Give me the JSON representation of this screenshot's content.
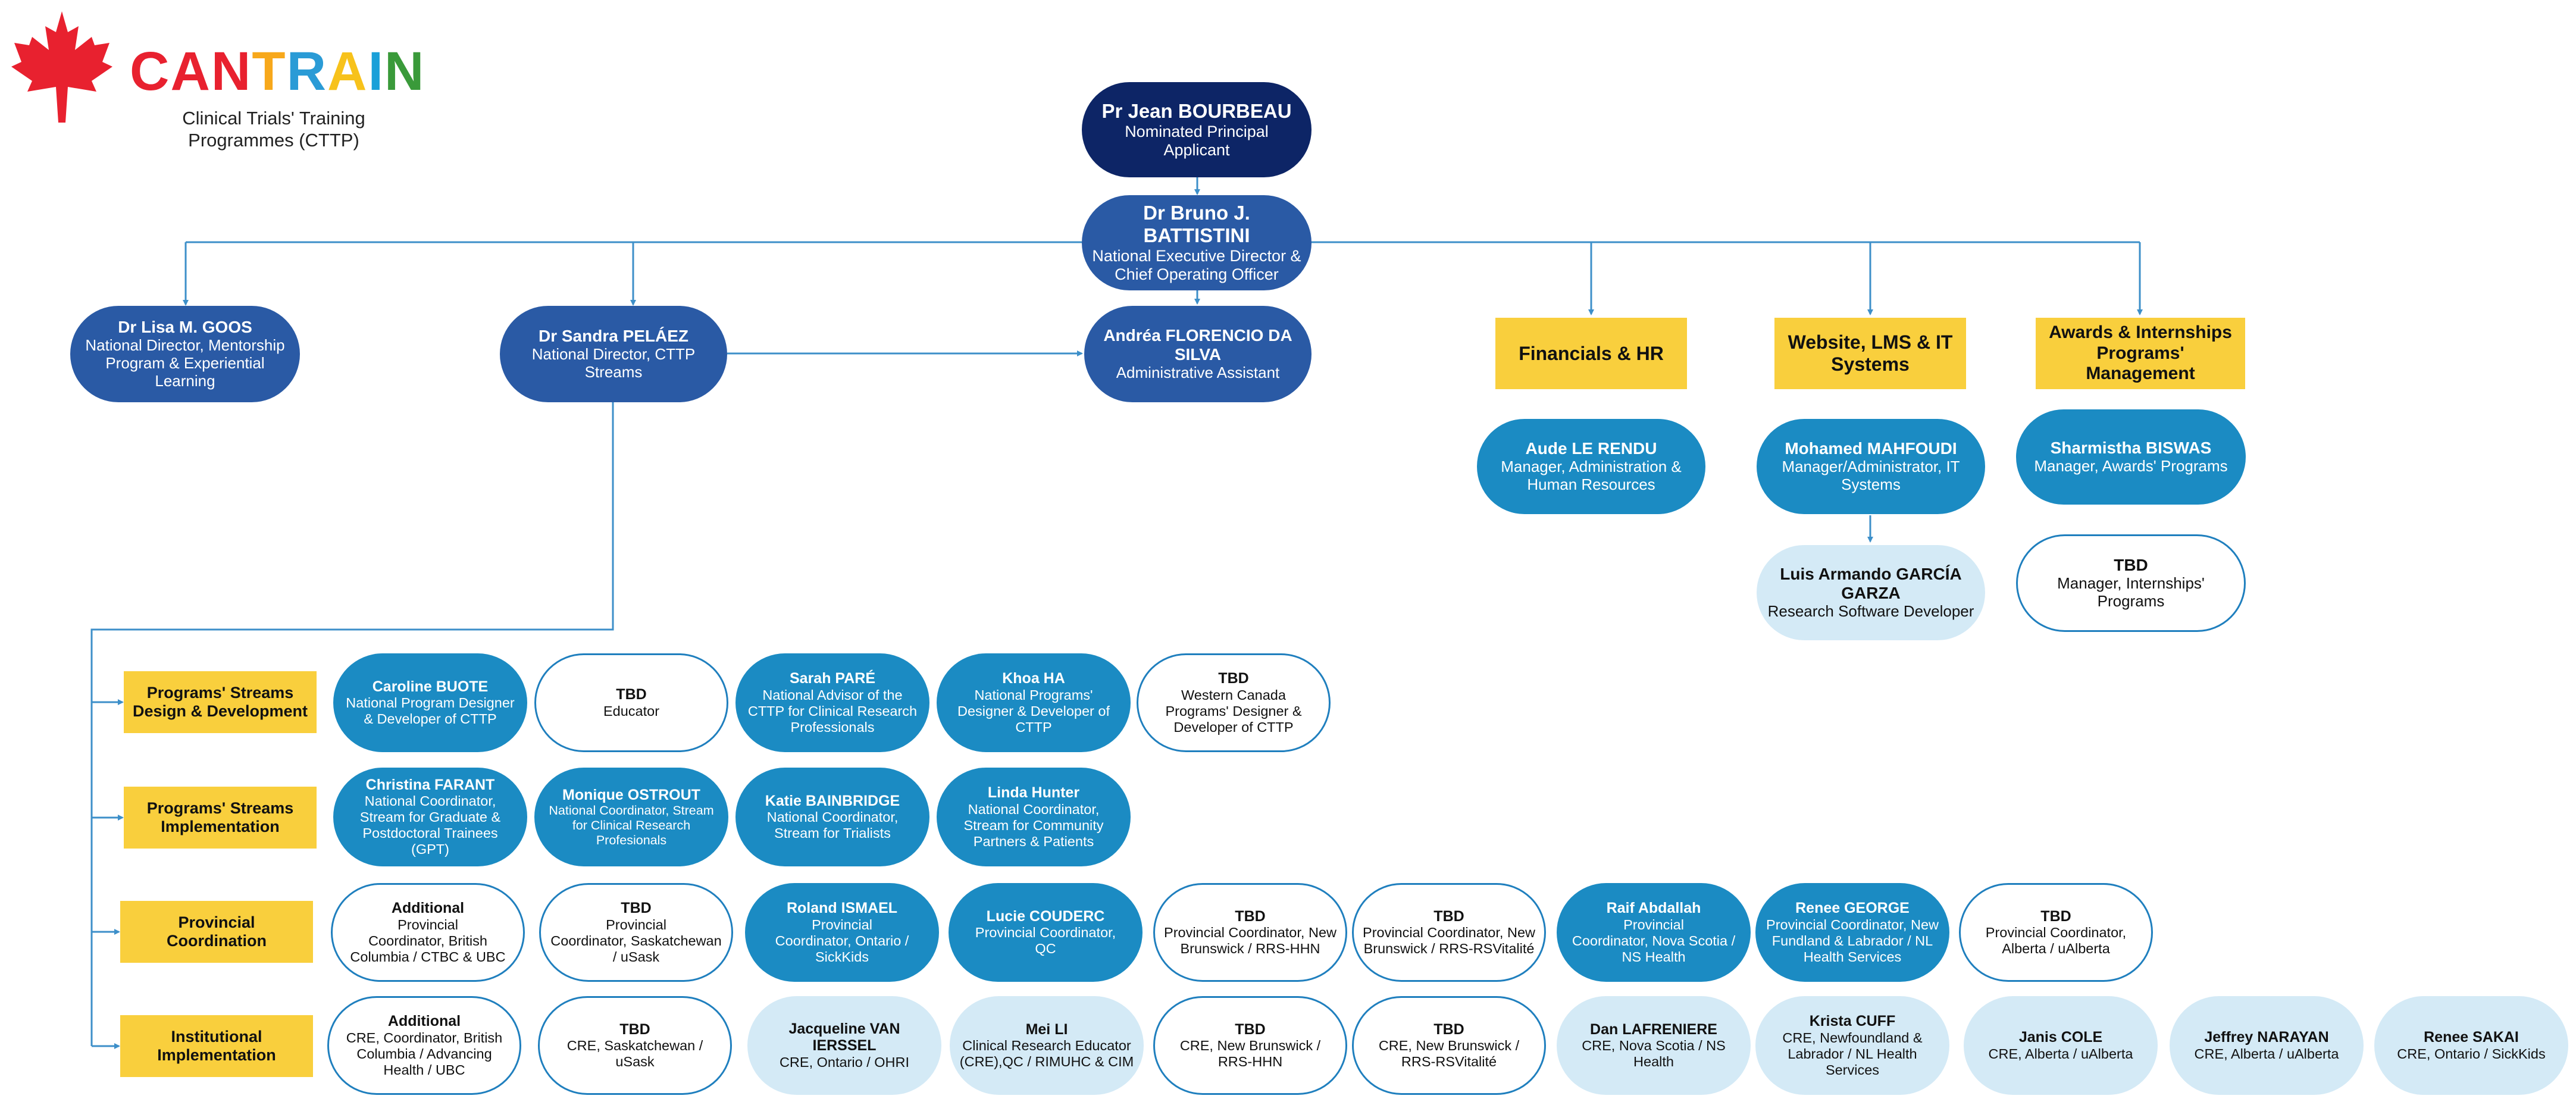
{
  "logo": {
    "letters": [
      {
        "ch": "C",
        "color": "#e8212f"
      },
      {
        "ch": "A",
        "color": "#e8212f"
      },
      {
        "ch": "N",
        "color": "#e8212f"
      },
      {
        "ch": "T",
        "color": "#f7a81b"
      },
      {
        "ch": "R",
        "color": "#2a9bd6"
      },
      {
        "ch": "A",
        "color": "#f7c21b"
      },
      {
        "ch": "I",
        "color": "#1aa0d8"
      },
      {
        "ch": "N",
        "color": "#3a9a3a"
      }
    ],
    "subtitle_line1": "Clinical Trials' Training",
    "subtitle_line2": "Programmes (CTTP)",
    "leaf_icon": "maple-leaf-icon"
  },
  "colors": {
    "navy": "#0d2566",
    "royal": "#2a5aa5",
    "teal": "#1b8bc3",
    "light": "#d4eaf6",
    "yellow": "#f9cf3d",
    "line": "#3d8fc9"
  },
  "top": {
    "bourbeau": {
      "name": "Pr Jean BOURBEAU",
      "role": "Nominated Principal Applicant"
    },
    "battistini": {
      "name": "Dr Bruno J. BATTISTINI",
      "role1": "National Executive Director &",
      "role2": "Chief Operating Officer"
    },
    "goos": {
      "name": "Dr Lisa M. GOOS",
      "role1": "National Director, Mentorship",
      "role2": "Program & Experiential",
      "role3": "Learning"
    },
    "pelaez": {
      "name": "Dr Sandra PELÁEZ",
      "role1": "National Director, CTTP",
      "role2": "Streams"
    },
    "florencio": {
      "name1": "Andréa FLORENCIO DA",
      "name2": "SILVA",
      "role": "Administrative Assistant"
    }
  },
  "depts": {
    "fin": {
      "label": "Financials & HR"
    },
    "web": {
      "line1": "Website, LMS & IT",
      "line2": "Systems"
    },
    "awards": {
      "line1": "Awards & Internships",
      "line2": "Programs'",
      "line3": "Management"
    }
  },
  "staff": {
    "lerendu": {
      "name": "Aude LE RENDU",
      "role1": "Manager, Administration &",
      "role2": "Human Resources"
    },
    "mahfoudi": {
      "name": "Mohamed MAHFOUDI",
      "role1": "Manager/Administrator, IT",
      "role2": "Systems"
    },
    "garcia": {
      "name": "Luis Armando GARCÍA GARZA",
      "role": "Research Software Developer"
    },
    "biswas": {
      "name": "Sharmistha BISWAS",
      "role": "Manager, Awards' Programs"
    },
    "tbd_intern": {
      "name": "TBD",
      "role": "Manager, Internships' Programs"
    }
  },
  "rows": {
    "r1": {
      "label1": "Programs' Streams",
      "label2": "Design & Development",
      "n1": {
        "name": "Caroline BUOTE",
        "role1": "National Program Designer",
        "role2": "& Developer of CTTP"
      },
      "n2": {
        "name": "TBD",
        "role1": "Educator"
      },
      "n3": {
        "name": "Sarah PARÉ",
        "role1": "National Advisor of the",
        "role2": "CTTP for Clinical Research",
        "role3": "Professionals"
      },
      "n4": {
        "name": "Khoa HA",
        "role1": "National Programs'",
        "role2": "Designer & Developer of",
        "role3": "CTTP"
      },
      "n5": {
        "name": "TBD",
        "role1": "Western Canada",
        "role2": "Programs' Designer &",
        "role3": "Developer of CTTP"
      }
    },
    "r2": {
      "label1": "Programs' Streams",
      "label2": "Implementation",
      "n1": {
        "name": "Christina FARANT",
        "role1": "National Coordinator,",
        "role2": "Stream for Graduate &",
        "role3": "Postdoctoral Trainees",
        "role4": "(GPT)"
      },
      "n2": {
        "name": "Monique OSTROUT",
        "role1": "National Coordinator,  Stream",
        "role2": "for Clinical Research",
        "role3": "Profesionals"
      },
      "n3": {
        "name": "Katie BAINBRIDGE",
        "role1": "National Coordinator,",
        "role2": "Stream for Trialists"
      },
      "n4": {
        "name": "Linda Hunter",
        "role1": "National Coordinator,",
        "role2": "Stream for Community",
        "role3": "Partners & Patients"
      }
    },
    "r3": {
      "label1": "Provincial Coordination",
      "n1": {
        "name": "Additional",
        "role1": "Provincial",
        "role2": "Coordinator, British",
        "role3": "Columbia / CTBC & UBC"
      },
      "n2": {
        "name": "TBD",
        "role1": "Provincial",
        "role2": "Coordinator, Saskatchewan",
        "role3": "/ uSask"
      },
      "n3": {
        "name": "Roland ISMAEL",
        "role1": "Provincial",
        "role2": "Coordinator, Ontario /",
        "role3": "SickKids"
      },
      "n4": {
        "name": "Lucie COUDERC",
        "role1": "Provincial Coordinator,",
        "role2": "QC"
      },
      "n5": {
        "name": "TBD",
        "role1": "Provincial Coordinator, New",
        "role2": "Brunswick / RRS-HHN"
      },
      "n6": {
        "name": "TBD",
        "role1": "Provincial Coordinator, New",
        "role2": "Brunswick / RRS-RSVitalité"
      },
      "n7": {
        "name": "Raif Abdallah",
        "role1": "Provincial",
        "role2": "Coordinator, Nova Scotia  /",
        "role3": "NS Health"
      },
      "n8": {
        "name": "Renee GEORGE",
        "role1": "Provincial Coordinator, New",
        "role2": "Fundland & Labrador / NL",
        "role3": "Health Services"
      },
      "n9": {
        "name": "TBD",
        "role1": "Provincial Coordinator,",
        "role2": "Alberta / uAlberta"
      }
    },
    "r4": {
      "label1": "Institutional",
      "label2": "Implementation",
      "n1": {
        "name": "Additional",
        "role1": "CRE, Coordinator, British",
        "role2": "Columbia / Advancing",
        "role3": "Health / UBC"
      },
      "n2": {
        "name": "TBD",
        "role1": "CRE, Saskatchewan /",
        "role2": "uSask"
      },
      "n3": {
        "name": "Jacqueline VAN IERSSEL",
        "role1": "CRE, Ontario / OHRI"
      },
      "n4": {
        "name": "Mei LI",
        "role1": "Clinical Research Educator",
        "role2": "(CRE),QC / RIMUHC & CIM"
      },
      "n5": {
        "name": "TBD",
        "role1": "CRE, New Brunswick /",
        "role2": "RRS-HHN"
      },
      "n6": {
        "name": "TBD",
        "role1": "CRE, New Brunswick /",
        "role2": "RRS-RSVitalité"
      },
      "n7": {
        "name": "Dan LAFRENIERE",
        "role1": "CRE, Nova Scotia / NS",
        "role2": "Health"
      },
      "n8": {
        "name": "Krista CUFF",
        "role1": "CRE, Newfoundland &",
        "role2": "Labrador / NL Health",
        "role3": "Services"
      },
      "n9": {
        "name": "Janis COLE",
        "role1": "CRE, Alberta / uAlberta"
      },
      "n10": {
        "name": "Jeffrey NARAYAN",
        "role1": "CRE, Alberta / uAlberta"
      },
      "n11": {
        "name": "Renee SAKAI",
        "role1": "CRE, Ontario / SickKids"
      }
    }
  }
}
